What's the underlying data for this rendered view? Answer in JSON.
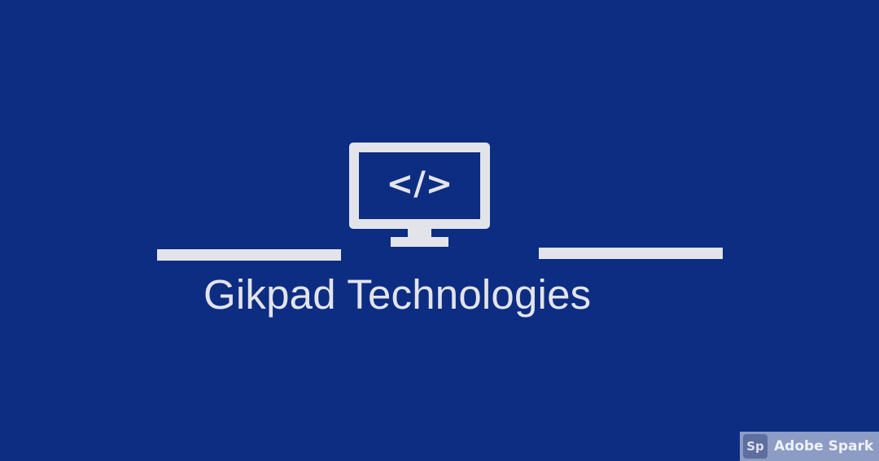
{
  "brand": {
    "name": "Gikpad Technologies",
    "icon": "monitor-code-icon",
    "code_glyph": "</>"
  },
  "watermark": {
    "icon_text": "Sp",
    "label": "Adobe Spark"
  },
  "colors": {
    "background": "#0d2d82",
    "foreground": "#e3e4e9",
    "watermark_bg": "#8c9cc4"
  }
}
